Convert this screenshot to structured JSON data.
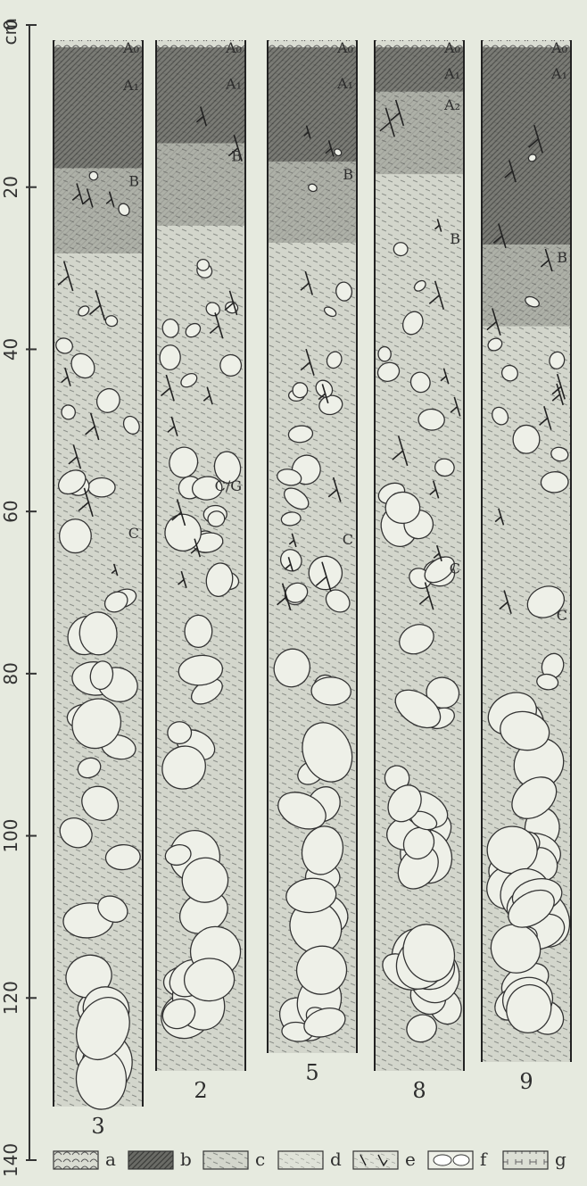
{
  "scale": {
    "unit": "cm",
    "ticks": [
      "0",
      "20",
      "40",
      "60",
      "80",
      "100",
      "120",
      "140"
    ]
  },
  "profiles": [
    {
      "number": "3",
      "horizons": [
        "A₀",
        "A₁",
        "B",
        "C"
      ]
    },
    {
      "number": "2",
      "horizons": [
        "A₀",
        "A₁",
        "B",
        "C/G"
      ]
    },
    {
      "number": "5",
      "horizons": [
        "A₀",
        "A₁",
        "B",
        "C"
      ]
    },
    {
      "number": "8",
      "horizons": [
        "A₀",
        "A₁",
        "A₂",
        "B",
        "C"
      ]
    },
    {
      "number": "9",
      "horizons": [
        "A₀",
        "A₁",
        "B",
        "C"
      ]
    }
  ],
  "legend": [
    {
      "key": "a",
      "pattern": "litter"
    },
    {
      "key": "b",
      "pattern": "humus"
    },
    {
      "key": "c",
      "pattern": "fine-dashed"
    },
    {
      "key": "d",
      "pattern": "light-dashed"
    },
    {
      "key": "e",
      "pattern": "roots"
    },
    {
      "key": "f",
      "pattern": "stones"
    },
    {
      "key": "g",
      "pattern": "gley"
    }
  ],
  "colors": {
    "background": "#e6eadf",
    "ink": "#2b2b2b",
    "humus": "#5a5a56",
    "soil": "#c9ccc2"
  }
}
